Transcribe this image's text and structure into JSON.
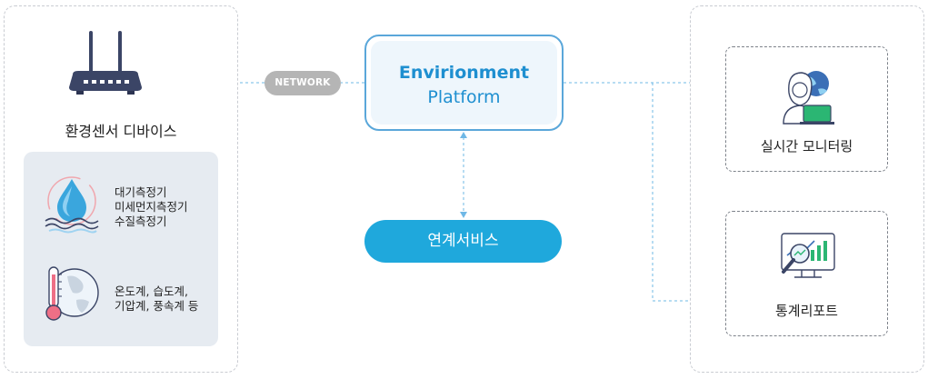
{
  "devices": {
    "title": "환경센서 디바이스",
    "sensor_group_1": [
      "대기측정기",
      "미세먼지측정기",
      "수질측정기"
    ],
    "sensor_group_2": [
      "온도계, 습도계,",
      "기압계, 풍속계 등"
    ]
  },
  "network": {
    "label": "NETWORK"
  },
  "platform": {
    "title": "Envirionment",
    "subtitle": "Platform"
  },
  "linkage": {
    "label": "연계서비스"
  },
  "services": [
    {
      "label": "실시간 모니터링",
      "icon": "monitoring-person-icon"
    },
    {
      "label": "통계리포트",
      "icon": "statistics-report-icon"
    }
  ],
  "colors": {
    "accent": "#1e8fd0",
    "button": "#1fa8dc",
    "connector": "#6fb8e6",
    "pill": "#b5b5b5",
    "sensor_box": "#e6ebf1"
  }
}
